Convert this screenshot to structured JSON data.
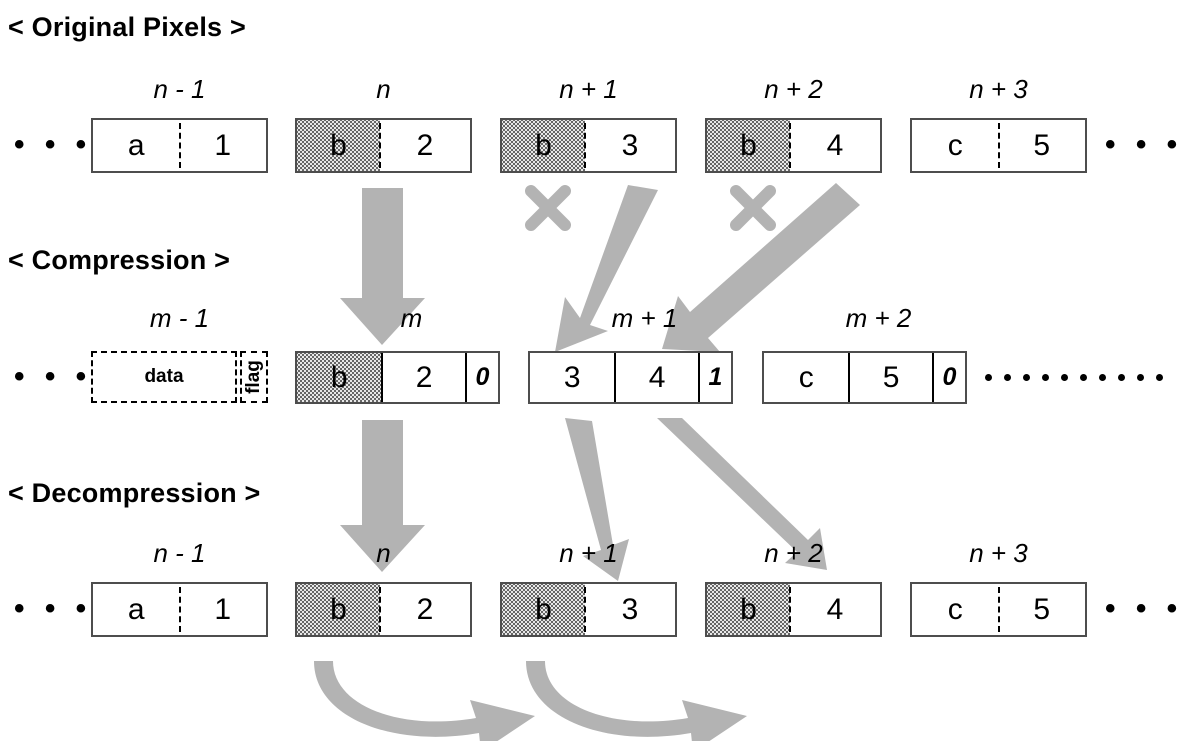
{
  "figure": {
    "accent_gray": "#b3b3b3",
    "shade_fill": "#e8e8e8",
    "border": "#4d4d4d"
  },
  "sections": [
    {
      "title": "< Original Pixels >"
    },
    {
      "title": "< Compression >"
    },
    {
      "title": "< Decompression >"
    }
  ],
  "original": {
    "leading_ellipsis": "• • •",
    "trailing_ellipsis": "• • •",
    "labels": [
      "n - 1",
      "n",
      "n + 1",
      "n + 2",
      "n + 3"
    ],
    "blocks": [
      {
        "label": "n - 1",
        "data": "a",
        "value": "1",
        "shaded": false
      },
      {
        "label": "n",
        "data": "b",
        "value": "2",
        "shaded": true
      },
      {
        "label": "n + 1",
        "data": "b",
        "value": "3",
        "shaded": true
      },
      {
        "label": "n + 2",
        "data": "b",
        "value": "4",
        "shaded": true
      },
      {
        "label": "n + 3",
        "data": "c",
        "value": "5",
        "shaded": false
      }
    ]
  },
  "compression": {
    "leading_ellipsis": "• • •",
    "legend": {
      "label": "m - 1",
      "data_text": "data",
      "flag_text": "flag"
    },
    "labels": [
      "m - 1",
      "m",
      "m + 1",
      "m + 2"
    ],
    "blocks": [
      {
        "label": "m",
        "data": "b",
        "value": "2",
        "flag": "0",
        "shaded": true
      },
      {
        "label": "m + 1",
        "data": "3",
        "value": "4",
        "flag": "1",
        "shaded": false
      },
      {
        "label": "m + 2",
        "data": "c",
        "value": "5",
        "flag": "0",
        "shaded": false
      }
    ],
    "trailing_dot_count": 10
  },
  "decompression": {
    "leading_ellipsis": "• • •",
    "trailing_ellipsis": "• • •",
    "labels": [
      "n - 1",
      "n",
      "n + 1",
      "n + 2",
      "n + 3"
    ],
    "blocks": [
      {
        "label": "n - 1",
        "data": "a",
        "value": "1",
        "shaded": false
      },
      {
        "label": "n",
        "data": "b",
        "value": "2",
        "shaded": true
      },
      {
        "label": "n + 1",
        "data": "b",
        "value": "3",
        "shaded": true
      },
      {
        "label": "n + 2",
        "data": "b",
        "value": "4",
        "shaded": true
      },
      {
        "label": "n + 3",
        "data": "c",
        "value": "5",
        "shaded": false
      }
    ]
  },
  "marks": {
    "cross_1": "×",
    "cross_2": "×"
  }
}
